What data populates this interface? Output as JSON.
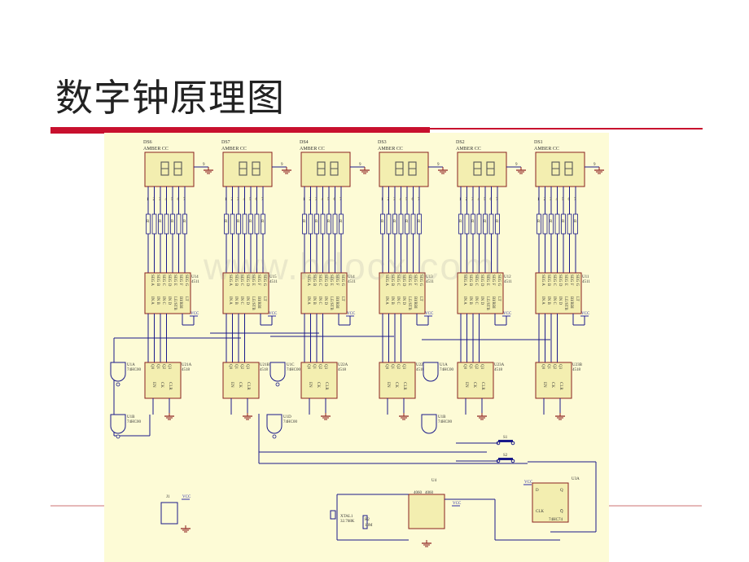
{
  "slide": {
    "title": "数字钟原理图"
  },
  "watermark": "www.bdocx.com",
  "displays": [
    {
      "ref": "DS6",
      "part": "AMBER CC",
      "driver": "U14",
      "driver_type": "4511"
    },
    {
      "ref": "DS7",
      "part": "AMBER CC",
      "driver": "U15",
      "driver_type": "4511"
    },
    {
      "ref": "DS4",
      "part": "AMBER CC",
      "driver": "U14",
      "driver_type": "4511"
    },
    {
      "ref": "DS3",
      "part": "AMBER CC",
      "driver": "U13",
      "driver_type": "4511"
    },
    {
      "ref": "DS2",
      "part": "AMBER CC",
      "driver": "U12",
      "driver_type": "4511"
    },
    {
      "ref": "DS1",
      "part": "AMBER CC",
      "driver": "U11",
      "driver_type": "4511"
    }
  ],
  "counters": [
    {
      "ref": "U21A",
      "type": "4518",
      "pins": [
        "Q0",
        "Q1",
        "Q2",
        "Q3"
      ],
      "ctl": [
        "EN",
        "CK",
        "CLR"
      ]
    },
    {
      "ref": "U21B",
      "type": "4518",
      "pins": [
        "Q0",
        "Q1",
        "Q2",
        "Q3"
      ],
      "ctl": [
        "EN",
        "CK",
        "CLR"
      ]
    },
    {
      "ref": "U22A",
      "type": "4518",
      "pins": [
        "Q0",
        "Q1",
        "Q2",
        "Q3"
      ],
      "ctl": [
        "EN",
        "CK",
        "CLR"
      ]
    },
    {
      "ref": "U22B",
      "type": "4518",
      "pins": [
        "Q0",
        "Q1",
        "Q2",
        "Q3"
      ],
      "ctl": [
        "EN",
        "CK",
        "CLR"
      ]
    },
    {
      "ref": "U23A",
      "type": "4518",
      "pins": [
        "Q0",
        "Q1",
        "Q2",
        "Q3"
      ],
      "ctl": [
        "EN",
        "CK",
        "CLR"
      ]
    },
    {
      "ref": "U23B",
      "type": "4518",
      "pins": [
        "Q0",
        "Q1",
        "Q2",
        "Q3"
      ],
      "ctl": [
        "EN",
        "CK",
        "CLR"
      ]
    }
  ],
  "gates": [
    {
      "ref": "U1A",
      "type": "74HC00"
    },
    {
      "ref": "U1B",
      "type": "74HC00"
    },
    {
      "ref": "U1C",
      "type": "74HC00"
    },
    {
      "ref": "U1D",
      "type": "74HC00"
    }
  ],
  "driver_pins_in": [
    "IN A",
    "IN B",
    "IN C",
    "IN D",
    "LE/STB",
    "BI/RBI",
    "LT"
  ],
  "driver_pins_out": [
    "SEG A",
    "SEG B",
    "SEG C",
    "SEG D",
    "SEG E",
    "SEG F",
    "SEG G"
  ],
  "resistor_label": "R",
  "power_label": "VCC",
  "oscillator": {
    "ref": "U4",
    "type": "4060",
    "crystal": "XTAL1",
    "freq": "32.768K",
    "resistor": "R2",
    "rvalue": "10M"
  },
  "flipflop": {
    "ref": "U3A",
    "type": "74HC74",
    "pins": [
      "D",
      "CLK",
      "Q",
      "Q̅"
    ]
  },
  "switches": [
    "S1",
    "S2"
  ],
  "connector": "J1"
}
